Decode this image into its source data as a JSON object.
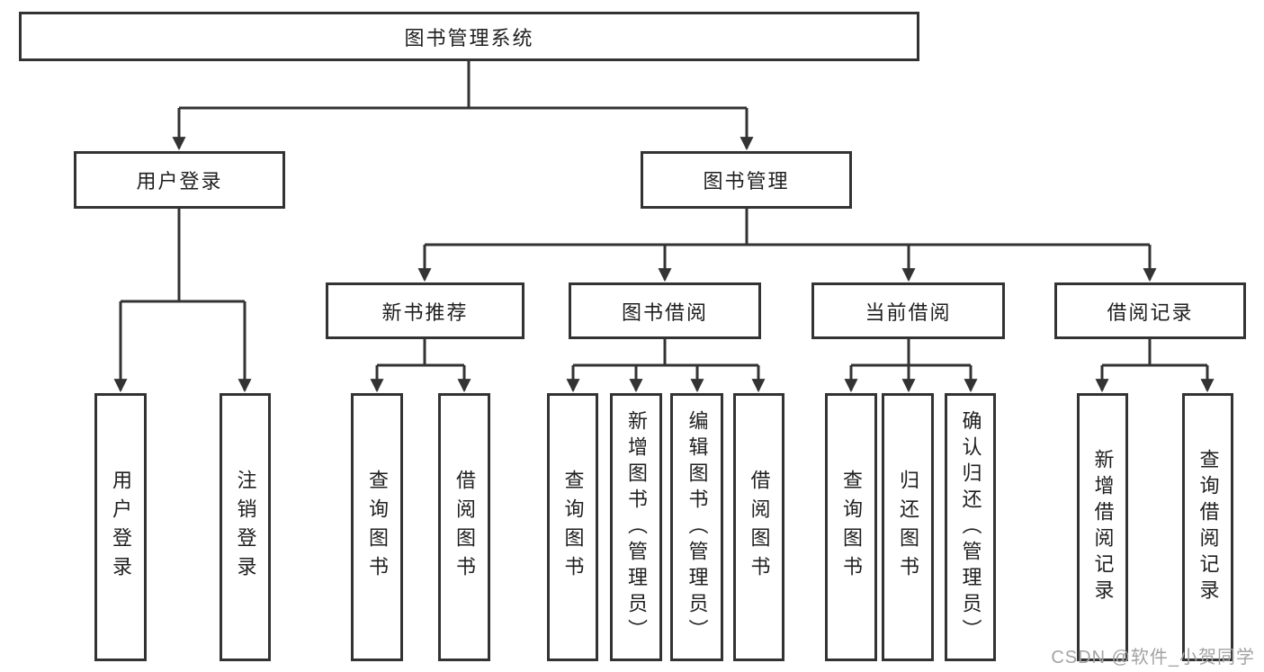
{
  "colors": {
    "line": "#333333",
    "box_border": "#333333",
    "text": "#1f1f1f",
    "background": "#ffffff",
    "watermark": "#a3a3a3"
  },
  "watermark": "CSDN @软件_小贺同学",
  "tree": {
    "root": "图书管理系统",
    "children": [
      {
        "label": "用户登录",
        "children": [
          "用户登录",
          "注销登录"
        ]
      },
      {
        "label": "图书管理",
        "children": [
          {
            "label": "新书推荐",
            "children": [
              "查询图书",
              "借阅图书"
            ]
          },
          {
            "label": "图书借阅",
            "children": [
              "查询图书",
              "新增图书（管理员）",
              "编辑图书（管理员）",
              "借阅图书"
            ]
          },
          {
            "label": "当前借阅",
            "children": [
              "查询图书",
              "归还图书",
              "确认归还（管理员）"
            ]
          },
          {
            "label": "借阅记录",
            "children": [
              "新增借阅记录",
              "查询借阅记录"
            ]
          }
        ]
      }
    ]
  }
}
